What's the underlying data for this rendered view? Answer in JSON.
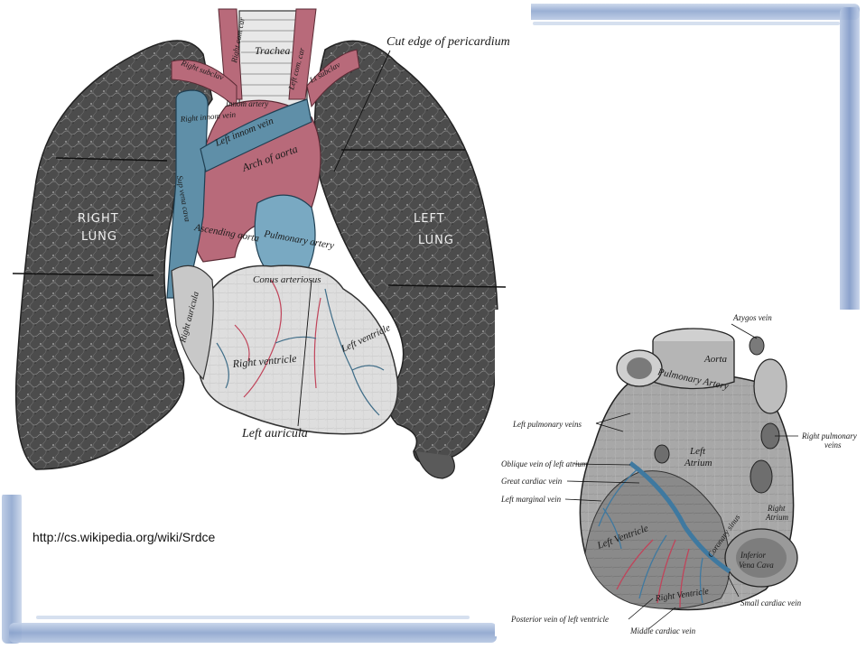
{
  "source": {
    "url": "http://cs.wikipedia.org/wiki/Srdce"
  },
  "left_figure": {
    "labels": {
      "cut_edge": "Cut edge of pericardium",
      "trachea": "Trachea",
      "right_com_car": "Right com car",
      "left_com_car": "Left com. car",
      "right_subclav": "Right subclav",
      "left_subclav": "Lt subclav",
      "innom_art": "Innom artery",
      "right_innom_vein": "Right innom vein",
      "left_innom_vein": "Left innom vein",
      "sup_vena_cava": "Sup vena cava",
      "arch_of_aorta": "Arch of aorta",
      "ascending_aorta": "Ascending aorta",
      "pulmonary_artery": "Pulmonary artery",
      "conus_arteriosus": "Conus arteriosus",
      "right_auricula": "Right auricula",
      "right_ventricle": "Right ventricle",
      "left_ventricle": "Left ventricle",
      "left_auricula": "Left auricula",
      "right_lung": [
        "RIGHT",
        "LUNG"
      ],
      "left_lung": [
        "LEFT",
        "LUNG"
      ]
    }
  },
  "right_figure": {
    "labels": {
      "azygos_vein": "Azygos vein",
      "aorta": "Aorta",
      "pulmonary_artery": "Pulmonary Artery",
      "left_pulmonary_veins": "Left pulmonary veins",
      "right_pulmonary_veins": [
        "Right pulmonary",
        "veins"
      ],
      "left_atrium": [
        "Left",
        "Atrium"
      ],
      "right_atrium": [
        "Right",
        "Atrium"
      ],
      "oblique_vein": "Oblique vein of left atrium",
      "great_cardiac_vein": "Great cardiac vein",
      "left_marginal_vein": "Left marginal vein",
      "left_ventricle": "Left Ventricle",
      "coronary_sinus": "Coronary sinus",
      "inferior_vena_cava": [
        "Inferior",
        "Vena Cava"
      ],
      "right_ventricle": "Right Ventricle",
      "small_cardiac_vein": "Small cardiac vein",
      "posterior_vein": "Posterior vein of left ventricle",
      "middle_cardiac_vein": "Middle cardiac vein"
    }
  },
  "colors": {
    "artery": "#b86a7a",
    "vein": "#5f8fa8",
    "lung": "#4a4a4a",
    "heart": "#d9d9d9",
    "frame": "#8ba3cc"
  }
}
